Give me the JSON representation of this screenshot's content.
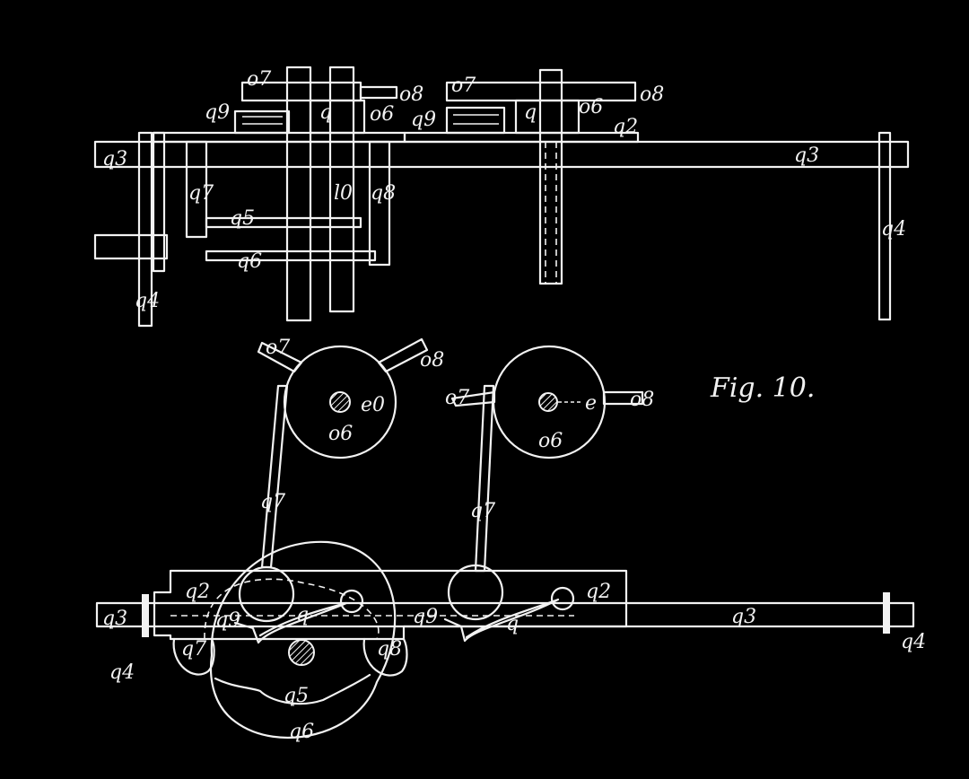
{
  "figure": {
    "caption": "Fig. 10."
  },
  "labels": {
    "o7": "o7",
    "o8": "o8",
    "o6": "o6",
    "q9": "q9",
    "q2": "q2",
    "q3": "q3",
    "q4": "q4",
    "q5": "q5",
    "q6": "q6",
    "q7": "q7",
    "q8": "q8",
    "q": "q",
    "e0": "e0",
    "e": "e",
    "l0": "l0"
  }
}
